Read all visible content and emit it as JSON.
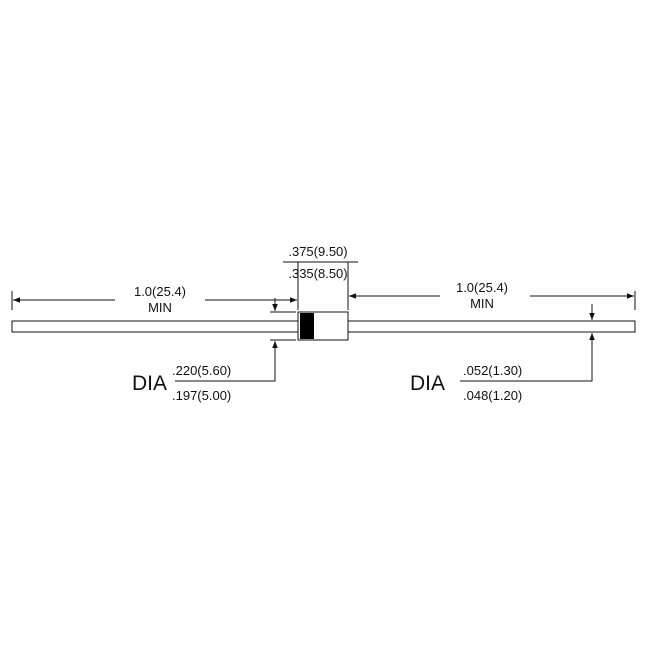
{
  "diagram": {
    "body_length": {
      "max": ".375(9.50)",
      "min": ".335(8.50)"
    },
    "lead_length_left": {
      "value": "1.0(25.4)",
      "qualifier": "MIN"
    },
    "lead_length_right": {
      "value": "1.0(25.4)",
      "qualifier": "MIN"
    },
    "body_diameter": {
      "label": "DIA",
      "max": ".220(5.60)",
      "min": ".197(5.00)"
    },
    "lead_diameter": {
      "label": "DIA",
      "max": ".052(1.30)",
      "min": ".048(1.20)"
    },
    "colors": {
      "line": "#111111",
      "cathode_band": "#000000",
      "background": "#ffffff"
    }
  }
}
